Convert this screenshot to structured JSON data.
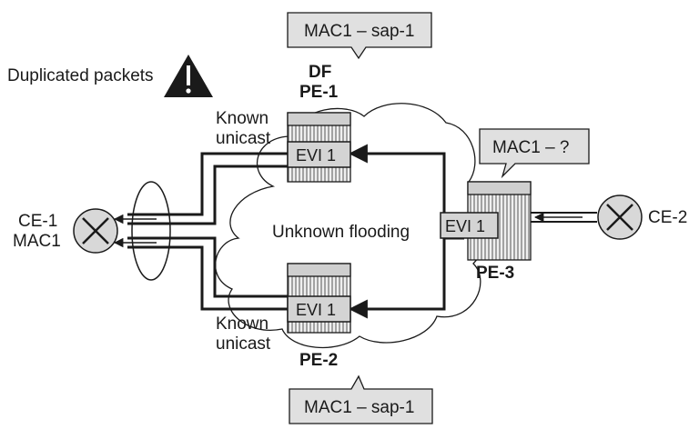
{
  "warning": {
    "label": "Duplicated packets"
  },
  "nodes": {
    "pe1": {
      "name": "PE-1",
      "role": "DF",
      "evi": "EVI 1",
      "callout": "MAC1 – sap-1",
      "link_label_1": "Known",
      "link_label_2": "unicast"
    },
    "pe2": {
      "name": "PE-2",
      "evi": "EVI 1",
      "callout": "MAC1 – sap-1",
      "link_label_1": "Known",
      "link_label_2": "unicast"
    },
    "pe3": {
      "name": "PE-3",
      "evi": "EVI 1",
      "callout": "MAC1 – ?"
    },
    "ce1": {
      "name": "CE-1",
      "mac": "MAC1"
    },
    "ce2": {
      "name": "CE-2"
    }
  },
  "cloud": {
    "label": "Unknown flooding"
  },
  "colors": {
    "evi_fill": "#d4d4d4",
    "callout_fill": "#e0e0e0",
    "line": "#1a1a1a",
    "router_fill": "#e8e8e8"
  }
}
